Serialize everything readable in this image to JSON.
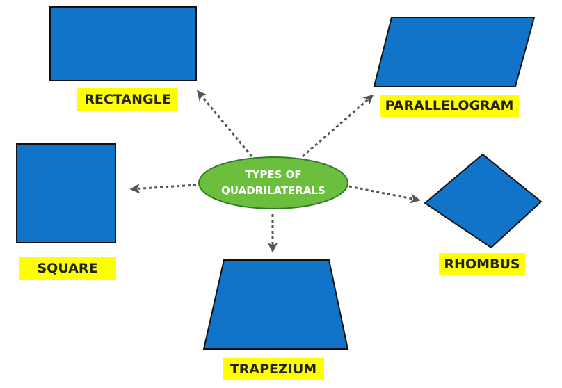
{
  "center": {
    "line1": "TYPES OF",
    "line2": "QUADRILATERALS"
  },
  "shapes": {
    "rectangle": "RECTANGLE",
    "parallelogram": "PARALLELOGRAM",
    "square": "SQUARE",
    "rhombus": "RHOMBUS",
    "trapezium": "TRAPEZIUM"
  },
  "colors": {
    "shape_fill": "#1174c9",
    "shape_stroke": "#111111",
    "center_fill": "#6cbf3c",
    "center_stroke": "#2f7d2a",
    "label_bg": "#ffff00",
    "arrow": "#555555"
  }
}
